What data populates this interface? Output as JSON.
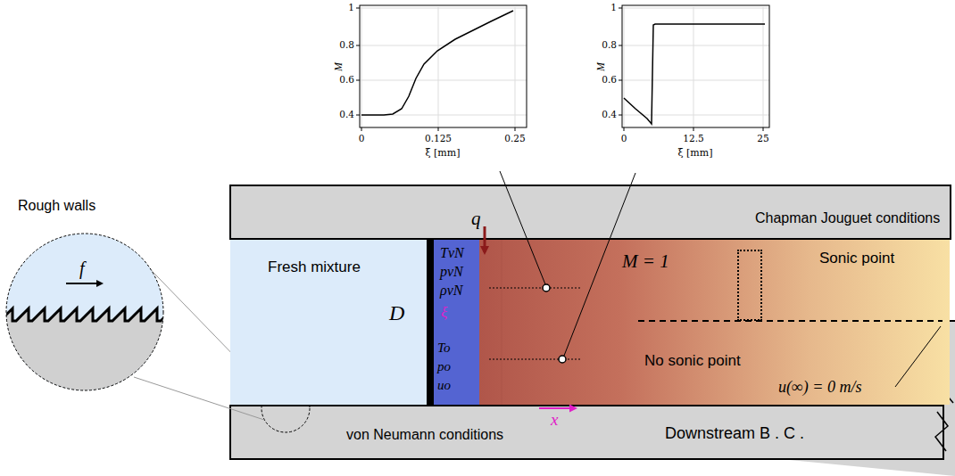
{
  "diagram": {
    "nodes": [
      {
        "text": [
          "Fresh mixture"
        ]
      },
      {
        "text": [
          "TvN",
          "pvN",
          "ρvN"
        ]
      },
      {
        "text": [
          "Rough walls"
        ]
      },
      {
        "text": [
          "Chapman Jouguet conditions"
        ]
      }
    ],
    "labels": [
      "q",
      "D",
      "ξ",
      "x",
      "f",
      "M = 1",
      "Sonic point",
      "No sonic point",
      "u(∞) = 0 m/s",
      "von Neumann conditions",
      "Downstream B . C .",
      "To",
      "po",
      "uo",
      "M",
      "1",
      "0.8",
      "0.6",
      "0.4",
      "0",
      "0.125",
      "0.25",
      "ξ [mm]",
      "M",
      "1",
      "0.8",
      "0.6",
      "0.4",
      "0",
      "12.5",
      "25",
      "ξ [mm]"
    ]
  }
}
